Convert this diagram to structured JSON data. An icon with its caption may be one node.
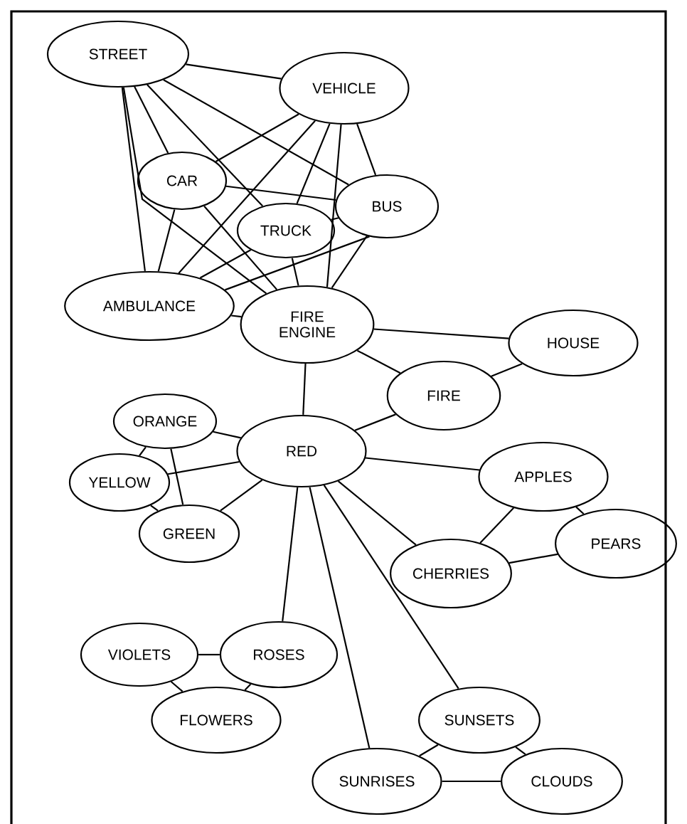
{
  "diagram": {
    "nodes": [
      {
        "text": [
          "STREET"
        ]
      },
      {
        "text": [
          "VEHICLE"
        ]
      },
      {
        "text": [
          "CAR"
        ]
      },
      {
        "text": [
          "BUS"
        ]
      },
      {
        "text": [
          "TRUCK"
        ]
      },
      {
        "text": [
          "AMBULANCE"
        ]
      },
      {
        "text": [
          "FIRE ENGINE"
        ]
      },
      {
        "text": [
          "HOUSE"
        ]
      },
      {
        "text": [
          "FIRE"
        ]
      },
      {
        "text": [
          "ORANGE"
        ]
      },
      {
        "text": [
          "RED"
        ]
      },
      {
        "text": [
          "YELLOW"
        ]
      },
      {
        "text": [
          "APPLES"
        ]
      },
      {
        "text": [
          "GREEN"
        ]
      },
      {
        "text": [
          "PEARS"
        ]
      },
      {
        "text": [
          "CHERRIES"
        ]
      },
      {
        "text": [
          "VIOLETS"
        ]
      },
      {
        "text": [
          "ROSES"
        ]
      },
      {
        "text": [
          "FLOWERS"
        ]
      },
      {
        "text": [
          "SUNSETS"
        ]
      },
      {
        "text": [
          "SUNRISES"
        ]
      },
      {
        "text": [
          "CLOUDS"
        ]
      }
    ],
    "edges": [
      {
        "from": 0,
        "to": 1,
        "arrow": "none"
      },
      {
        "from": 0,
        "to": 3,
        "arrow": "none"
      },
      {
        "from": 0,
        "to": 4,
        "arrow": "none"
      },
      {
        "from": 0,
        "to": 2,
        "arrow": "none"
      },
      {
        "from": 0,
        "to": 6,
        "arrow": "none"
      },
      {
        "from": 0,
        "to": 5,
        "arrow": "none"
      },
      {
        "from": 1,
        "to": 2,
        "arrow": "none"
      },
      {
        "from": 1,
        "to": 5,
        "arrow": "none"
      },
      {
        "from": 1,
        "to": 4,
        "arrow": "none"
      },
      {
        "from": 1,
        "to": 6,
        "arrow": "none"
      },
      {
        "from": 1,
        "to": 3,
        "arrow": "none"
      },
      {
        "from": 2,
        "to": 3,
        "arrow": "none"
      },
      {
        "from": 2,
        "to": 5,
        "arrow": "none"
      },
      {
        "from": 2,
        "to": 6,
        "arrow": "none"
      },
      {
        "from": 4,
        "to": 3,
        "arrow": "none"
      },
      {
        "from": 4,
        "to": 5,
        "arrow": "none"
      },
      {
        "from": 4,
        "to": 6,
        "arrow": "none"
      },
      {
        "from": 3,
        "to": 5,
        "arrow": "none"
      },
      {
        "from": 3,
        "to": 6,
        "arrow": "none"
      },
      {
        "from": 5,
        "to": 6,
        "arrow": "none"
      },
      {
        "from": 6,
        "to": 7,
        "arrow": "none"
      },
      {
        "from": 6,
        "to": 8,
        "arrow": "none"
      },
      {
        "from": 6,
        "to": 10,
        "arrow": "none"
      },
      {
        "from": 7,
        "to": 8,
        "arrow": "none"
      },
      {
        "from": 8,
        "to": 10,
        "arrow": "none"
      },
      {
        "from": 10,
        "to": 9,
        "arrow": "none"
      },
      {
        "from": 10,
        "to": 11,
        "arrow": "none"
      },
      {
        "from": 10,
        "to": 13,
        "arrow": "none"
      },
      {
        "from": 9,
        "to": 11,
        "arrow": "none"
      },
      {
        "from": 9,
        "to": 13,
        "arrow": "none"
      },
      {
        "from": 11,
        "to": 13,
        "arrow": "none"
      },
      {
        "from": 10,
        "to": 12,
        "arrow": "none"
      },
      {
        "from": 10,
        "to": 15,
        "arrow": "none"
      },
      {
        "from": 12,
        "to": 14,
        "arrow": "none"
      },
      {
        "from": 12,
        "to": 15,
        "arrow": "none"
      },
      {
        "from": 15,
        "to": 14,
        "arrow": "none"
      },
      {
        "from": 10,
        "to": 17,
        "arrow": "none"
      },
      {
        "from": 16,
        "to": 17,
        "arrow": "none"
      },
      {
        "from": 16,
        "to": 18,
        "arrow": "none"
      },
      {
        "from": 17,
        "to": 18,
        "arrow": "none"
      },
      {
        "from": 10,
        "to": 20,
        "arrow": "none"
      },
      {
        "from": 10,
        "to": 19,
        "arrow": "none"
      },
      {
        "from": 19,
        "to": 20,
        "arrow": "none"
      },
      {
        "from": 19,
        "to": 21,
        "arrow": "none"
      },
      {
        "from": 20,
        "to": 21,
        "arrow": "none"
      }
    ]
  }
}
